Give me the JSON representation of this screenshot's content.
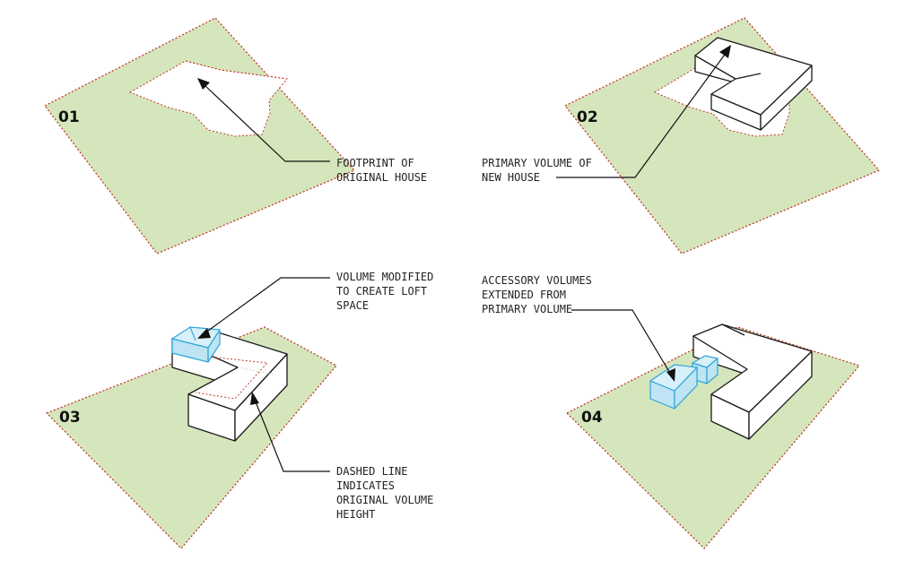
{
  "panels": [
    {
      "number": "01",
      "callout": [
        "FOOTPRINT OF",
        "ORIGINAL HOUSE"
      ]
    },
    {
      "number": "02",
      "callout": [
        "PRIMARY VOLUME OF",
        "NEW HOUSE"
      ]
    },
    {
      "number": "03",
      "callouts": [
        [
          "VOLUME MODIFIED",
          "TO CREATE LOFT",
          "SPACE"
        ],
        [
          "DASHED LINE",
          "INDICATES",
          "ORIGINAL VOLUME",
          "HEIGHT"
        ]
      ]
    },
    {
      "number": "04",
      "callout": [
        "ACCESSORY VOLUMES",
        "EXTENDED FROM",
        "PRIMARY VOLUME"
      ]
    }
  ],
  "colors": {
    "site_fill": "#d5e6bc",
    "site_outline": "#c0392b",
    "volume_outline": "#1a1a1a",
    "highlight_fill": "#bfe4f3",
    "highlight_outline": "#2ca6d8"
  }
}
